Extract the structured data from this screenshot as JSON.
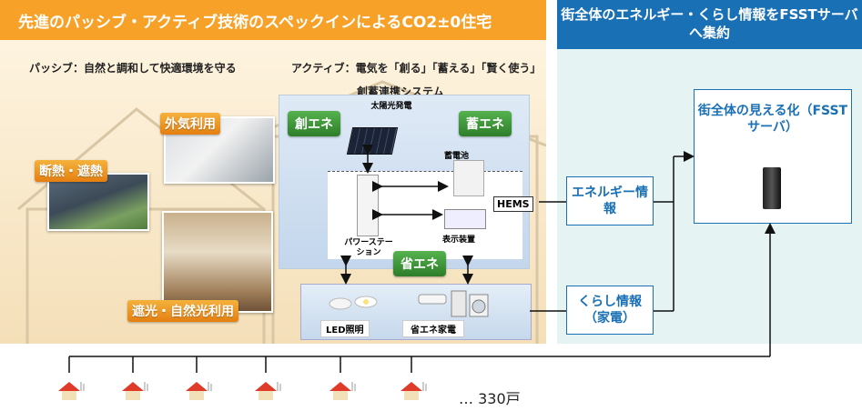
{
  "left_title": "先進のパッシブ・アクティブ技術のスペックインによるCO2±0住宅",
  "passive_caption": "パッシブ：自然と調和して快適環境を守る",
  "active_caption": "アクティブ：電気を「創る」「蓄える」「賢く使う」",
  "tags": {
    "outside_air": "外気利用",
    "insulation": "断熱・遮熱",
    "shading": "遮光・自然光利用"
  },
  "system": {
    "title": "創蓄連携システム",
    "create": "創エネ",
    "store": "蓄エネ",
    "save": "省エネ",
    "solar": "太陽光発電",
    "battery": "蓄電池",
    "power_station": "パワーステーション",
    "display": "表示装置",
    "hems": "HEMS",
    "led": "LED照明",
    "appliances": "省エネ家電"
  },
  "right_title": "街全体のエネルギー・くらし情報をFSSTサーバへ集約",
  "energy_info": "エネルギー情報",
  "life_info": "くらし情報（家電）",
  "server": "街全体の見える化（FSSTサーバ）",
  "house_count": "… 330戸",
  "colors": {
    "orange": "#f7a128",
    "blue": "#1a70b5",
    "green": "#3a9a35"
  },
  "icons": [
    "solar-panel-icon",
    "battery-icon",
    "power-station-icon",
    "display-device-icon",
    "led-light-icon",
    "appliances-icon",
    "server-icon",
    "house-icon"
  ]
}
